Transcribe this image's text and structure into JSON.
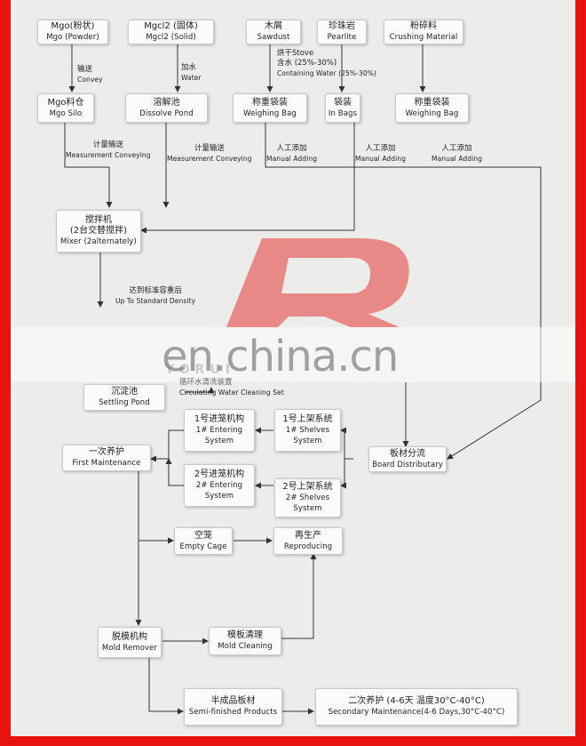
{
  "colors": {
    "frame": "#e8120f",
    "background": "#ececea",
    "box": "#fbfbfa",
    "wire": "#333333",
    "watermark_r": "#e53935"
  },
  "watermark": {
    "site": "en.china.cn",
    "brand": "YORUI"
  },
  "nodes": {
    "mgo_powder": {
      "zh": "Mgo(粉状)",
      "en": "Mgo (Powder)"
    },
    "mgcl2_solid": {
      "zh": "Mgcl2 (固体)",
      "en": "Mgcl2 (Solid)"
    },
    "sawdust": {
      "zh": "木屑",
      "en": "Sawdust"
    },
    "pearlite": {
      "zh": "珍珠岩",
      "en": "Pearlite"
    },
    "crushing_material": {
      "zh": "粉碎料",
      "en": "Crushing Material"
    },
    "mgo_silo": {
      "zh": "Mgo料仓",
      "en": "Mgo Silo"
    },
    "dissolve_pond": {
      "zh": "溶解池",
      "en": "Dissolve Pond"
    },
    "weighing_bag_1": {
      "zh": "称重袋装",
      "en": "Weighing Bag"
    },
    "in_bags": {
      "zh": "袋装",
      "en": "In Bags"
    },
    "weighing_bag_2": {
      "zh": "称重袋装",
      "en": "Weighing Bag"
    },
    "mixer": {
      "zh": "搅拌机",
      "zh2": "(2台交替搅拌)",
      "en": "Mixer (2alternately)"
    },
    "settling_pond": {
      "zh": "沉淀池",
      "en": "Settling Pond"
    },
    "entering_1": {
      "zh": "1号进笼机构",
      "en1": "1# Entering",
      "en2": "System"
    },
    "shelves_1": {
      "zh": "1号上架系统",
      "en1": "1# Shelves",
      "en2": "System"
    },
    "first_maintenance": {
      "zh": "一次养护",
      "en": "First Maintenance"
    },
    "board_distributary": {
      "zh": "板材分流",
      "en": "Board Distributary"
    },
    "entering_2": {
      "zh": "2号进笼机构",
      "en1": "2# Entering",
      "en2": "System"
    },
    "shelves_2": {
      "zh": "2号上架系统",
      "en1": "2# Shelves",
      "en2": "System"
    },
    "empty_cage": {
      "zh": "空笼",
      "en": "Empty Cage"
    },
    "reproducing": {
      "zh": "再生产",
      "en": "Reproducing"
    },
    "mold_remover": {
      "zh": "脱模机构",
      "en": "Mold Remover"
    },
    "mold_cleaning": {
      "zh": "模板清理",
      "en": "Mold Cleaning"
    },
    "semi_finished": {
      "zh": "半成品板材",
      "en": "Semi-finished Products"
    },
    "secondary_maintenance": {
      "zh": "二次养护 (4-6天 温度30°C-40°C)",
      "en": "Secondary Maintenance(4-6 Days,30°C-40°C)"
    }
  },
  "labels": {
    "convey": {
      "zh": "输送",
      "en": "Convey"
    },
    "water": {
      "zh": "加水",
      "en": "Water"
    },
    "stove": {
      "zh": "烘干Stove",
      "zh2": "含水 (25%-30%)",
      "en": "Containing Water (25%-30%)"
    },
    "measure_1": {
      "zh": "计量输送",
      "en": "Measurement Conveying"
    },
    "measure_2": {
      "zh": "计量输送",
      "en": "Measurement Conveying"
    },
    "manual_1": {
      "zh": "人工添加",
      "en": "Manual Adding"
    },
    "manual_2": {
      "zh": "人工添加",
      "en": "Manual Adding"
    },
    "manual_3": {
      "zh": "人工添加",
      "en": "Manual Adding"
    },
    "density": {
      "zh": "达到标准容重后",
      "en": "Up To Standard Density"
    },
    "circulating": {
      "zh": "循环水清洗装置",
      "en": "Circulating Water Cleaning Set"
    }
  }
}
